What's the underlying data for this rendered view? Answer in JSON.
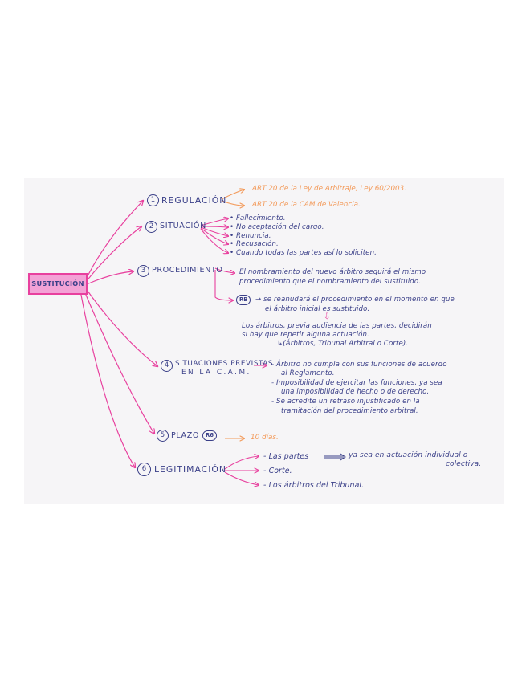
{
  "root": {
    "label": "SUSTITUCIÓN"
  },
  "regulacion": {
    "num": "1",
    "title": "REGULACIÓN",
    "items": [
      "ART 20 de la Ley de Arbitraje, Ley 60/2003.",
      "ART 20 de la CAM de Valencia."
    ]
  },
  "situacion": {
    "num": "2",
    "title": "SITUACIÓN",
    "items": [
      "• Fallecimiento.",
      "• No aceptación del cargo.",
      "• Renuncia.",
      "• Recusación.",
      "• Cuando todas las partes así lo soliciten."
    ]
  },
  "procedimiento": {
    "num": "3",
    "title": "PROCEDIMIENTO",
    "line1": "El nombramiento del nuevo árbitro seguirá el mismo",
    "line2": "procedimiento que el nombramiento del sustituido.",
    "ref": "RB",
    "line3": "→ se reanudará el procedimiento en el momento en que",
    "line4": "el árbitro inicial es sustituido.",
    "arrow": "⇩",
    "line5": "Los árbitros, previa audiencia de las partes, decidirán",
    "line6": "si hay que repetir alguna actuación.",
    "line7": "↳(Árbitros, Tribunal Arbitral o Corte)."
  },
  "situaciones": {
    "num": "4",
    "title1": "SITUACIONES PREVISTAS",
    "title2": "EN LA C.A.M.",
    "items": [
      [
        "- Árbitro no cumpla con sus funciones de acuerdo",
        "al Reglamento."
      ],
      [
        "- Imposibilidad de ejercitar las funciones, ya sea",
        "una imposibilidad de hecho o de derecho."
      ],
      [
        "- Se acredite un retraso injustificado en la",
        "tramitación del procedimiento arbitral."
      ]
    ]
  },
  "plazo": {
    "num": "5",
    "title": "PLAZO",
    "ref": "R6",
    "value": "10 días."
  },
  "legitimacion": {
    "num": "6",
    "title": "LEGITIMACIÓN",
    "item1": "- Las partes",
    "item1b": "ya sea en actuación individual o",
    "item1c": "colectiva.",
    "item2": "- Corte.",
    "item3": "- Los árbitros del Tribunal."
  },
  "colors": {
    "pink": "#e8409e",
    "ink": "#3a3f88",
    "orange": "#f39a5a",
    "box": "#f3a2d6"
  }
}
